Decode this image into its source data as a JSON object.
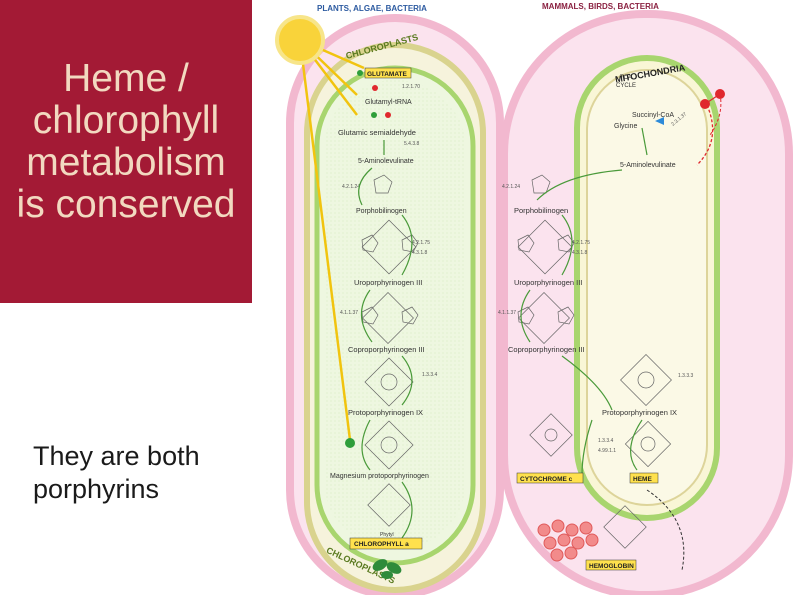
{
  "slide": {
    "title": "Heme /\nchlorophyll\nmetabolism\nis conserved",
    "subtitle": "They are both\nporphyrins"
  },
  "colors": {
    "title_bg": "#a31a35",
    "title_text": "#f2d9c0",
    "cell_outer": "#f6c9dc",
    "organelle_green": "#a8d56e",
    "heme_red": "#e0282e",
    "sun_yellow": "#f9d33a"
  },
  "diagram": {
    "left_header": "PLANTS, ALGAE, BACTERIA",
    "right_header": "MAMMALS, BIRDS, BACTERIA",
    "chloroplasts_top": "CHLOROPLASTS",
    "chloroplasts_bottom": "CHLOROPLASTS",
    "mitochondria": "MITOCHONDRIA",
    "left": {
      "glutamate": "GLUTAMATE",
      "glutamyl_trna": "Glutamyl-tRNA",
      "gsa": "Glutamic semialdehyde",
      "ala": "5-Aminolevulinate",
      "porphobilinogen": "Porphobilinogen",
      "uroporphyrinogen": "Uroporphyrinogen III",
      "coproporphyrinogen": "Coproporphyrinogen III",
      "protoporphyrinogen": "Protoporphyrinogen IX",
      "mg_proto": "Magnesium protoporphyrinogen",
      "chlorophyll": "CHLOROPHYLL a",
      "phytyl": "Phytyl",
      "ec": [
        "1.2.1.70",
        "5.4.3.8",
        "4.2.1.24",
        "4.2.1.75",
        "4.3.1.8",
        "4.1.1.37",
        "1.3.3.4"
      ]
    },
    "right": {
      "tca": "TCA\nCYCLE",
      "succinyl": "Succinyl-CoA",
      "glycine": "Glycine",
      "ala": "5-Aminolevulinate",
      "porphobilinogen": "Porphobilinogen",
      "uroporphyrinogen": "Uroporphyrinogen III",
      "coproporphyrinogen": "Coproporphyrinogen III",
      "protoporphyrinogen": "Protoporphyrinogen IX",
      "cytochrome": "CYTOCHROME c",
      "heme": "HEME",
      "hemoglobin": "HEMOGLOBIN",
      "ec": [
        "2.3.1.37",
        "4.2.1.24",
        "4.2.1.75",
        "4.3.1.8",
        "4.1.1.37",
        "1.3.3.4",
        "4.99.1.1"
      ]
    }
  }
}
